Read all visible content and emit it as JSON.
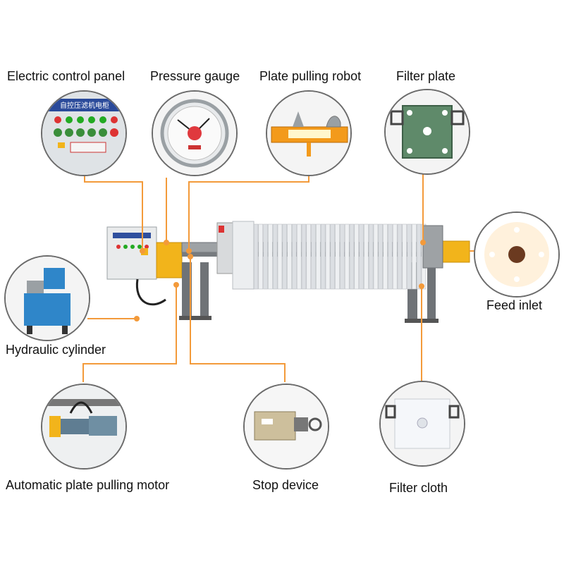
{
  "labels": {
    "electric_control_panel": "Electric control panel",
    "pressure_gauge": "Pressure gauge",
    "plate_pulling_robot": "Plate pulling robot",
    "filter_plate": "Filter plate",
    "feed_inlet": "Feed inlet",
    "hydraulic_cylinder": "Hydraulic cylinder",
    "automatic_plate_pulling_motor": "Automatic plate pulling motor",
    "stop_device": "Stop device",
    "filter_cloth": "Filter cloth"
  },
  "panel_title": "自控压滤机电柜",
  "colors": {
    "leader": "#f39a3a",
    "frame": "#8a8d90",
    "yellow": "#f2b41b",
    "circle_border": "#6b6b6b"
  }
}
